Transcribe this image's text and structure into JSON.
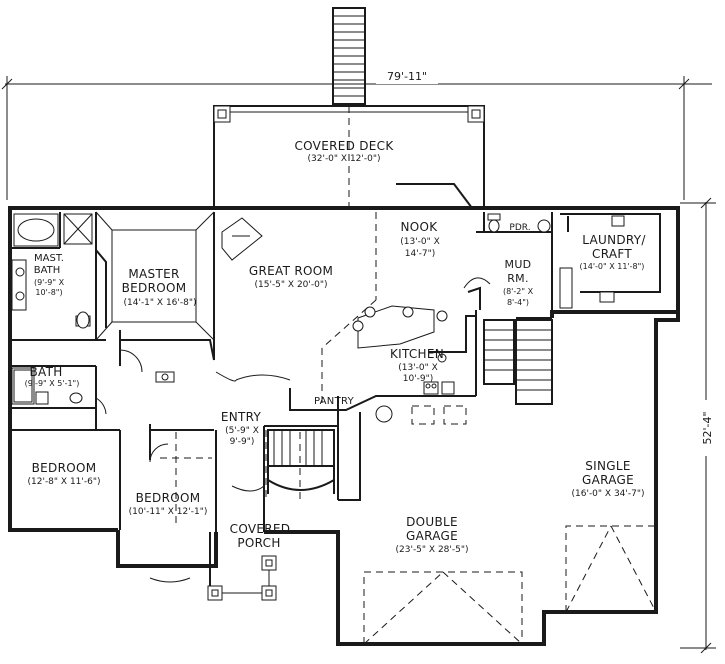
{
  "dimensions": {
    "overall_width": "79'-11\"",
    "overall_depth": "52'-4\""
  },
  "rooms": {
    "covered_deck": {
      "name": "COVERED DECK",
      "size": "(32'-0\" X 12'-0\")"
    },
    "nook": {
      "name": "NOOK",
      "size_a": "(13'-0\" X",
      "size_b": "14'-7\")"
    },
    "great_room": {
      "name": "GREAT ROOM",
      "size": "(15'-5\" X 20'-0\")"
    },
    "master_bedroom": {
      "name_a": "MASTER",
      "name_b": "BEDROOM",
      "size": "(14'-1\" X 16'-8\")"
    },
    "master_bath": {
      "name_a": "MAST.",
      "name_b": "BATH",
      "size_a": "(9'-9\" X",
      "size_b": "10'-8\")"
    },
    "bath": {
      "name": "BATH",
      "size": "(9'-9\" X 5'-1\")"
    },
    "bedroom_1": {
      "name": "BEDROOM",
      "size": "(12'-8\" X 11'-6\")"
    },
    "bedroom_2": {
      "name": "BEDROOM",
      "size": "(10'-11\" X 12'-1\")"
    },
    "entry": {
      "name": "ENTRY",
      "size_a": "(5'-9\" X",
      "size_b": "9'-9\")"
    },
    "pantry": {
      "name": "PANTRY"
    },
    "kitchen": {
      "name": "KITCHEN",
      "size_a": "(13'-0\" X",
      "size_b": "10'-9\")"
    },
    "mud_room": {
      "name_a": "MUD",
      "name_b": "RM.",
      "size_a": "(8'-2\" X",
      "size_b": "8'-4\")"
    },
    "powder": {
      "name": "PDR."
    },
    "laundry_craft": {
      "name_a": "LAUNDRY/",
      "name_b": "CRAFT",
      "size": "(14'-0\" X 11'-8\")"
    },
    "covered_porch": {
      "name_a": "COVERED",
      "name_b": "PORCH"
    },
    "double_garage": {
      "name_a": "DOUBLE",
      "name_b": "GARAGE",
      "size": "(23'-5\" X 28'-5\")"
    },
    "single_garage": {
      "name_a": "SINGLE",
      "name_b": "GARAGE",
      "size": "(16'-0\" X 34'-7\")"
    }
  }
}
